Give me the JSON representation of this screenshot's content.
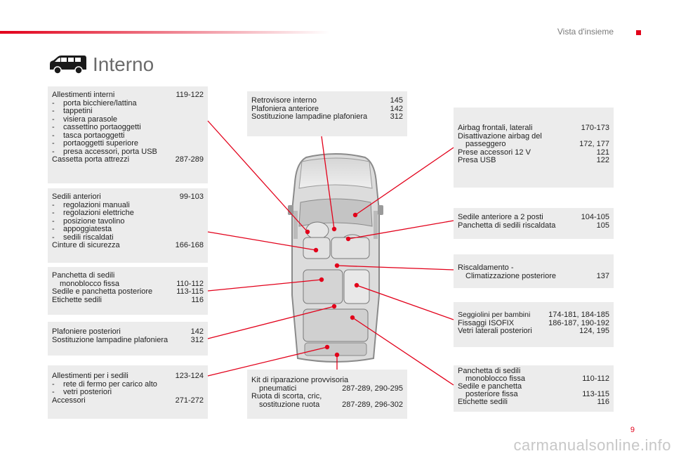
{
  "header": {
    "section": "Vista d'insieme"
  },
  "title": "Interno",
  "page_number": "9",
  "watermark": "carmanualsonline.info",
  "boxes": {
    "a": {
      "r1": {
        "label": "Allestimenti interni",
        "pages": "119-122"
      },
      "s1": "porta bicchiere/lattina",
      "s2": "tappetini",
      "s3": "visiera parasole",
      "s4": "cassettino portaoggetti",
      "s5": "tasca portaoggetti",
      "s6": "portaoggetti superiore",
      "s7": "presa accessori, porta USB",
      "r2": {
        "label": "Cassetta porta attrezzi",
        "pages": "287-289"
      }
    },
    "b": {
      "r1": {
        "label": "Sedili anteriori",
        "pages": "99-103"
      },
      "s1": "regolazioni manuali",
      "s2": "regolazioni elettriche",
      "s3": "posizione tavolino",
      "s4": "appoggiatesta",
      "s5": "sedili riscaldati",
      "r2": {
        "label": "Cinture di sicurezza",
        "pages": "166-168"
      }
    },
    "c": {
      "l1": "Panchetta di sedili",
      "r1": {
        "label": "monoblocco fissa",
        "pages": "110-112"
      },
      "r2": {
        "label": "Sedile e panchetta posteriore",
        "pages": "113-115"
      },
      "r3": {
        "label": "Etichette sedili",
        "pages": "116"
      }
    },
    "d": {
      "r1": {
        "label": "Plafoniere posteriori",
        "pages": "142"
      },
      "r2": {
        "label": "Sostituzione lampadine plafoniera",
        "pages": "312"
      }
    },
    "e": {
      "r1": {
        "label": "Allestimenti per i sedili",
        "pages": "123-124"
      },
      "s1": "rete di fermo per carico alto",
      "s2": "vetri posteriori",
      "r2": {
        "label": "Accessori",
        "pages": "271-272"
      }
    },
    "f": {
      "r1": {
        "label": "Retrovisore interno",
        "pages": "145"
      },
      "r2": {
        "label": "Plafoniera anteriore",
        "pages": "142"
      },
      "r3": {
        "label": "Sostituzione lampadine plafoniera",
        "pages": "312"
      }
    },
    "g": {
      "l1": "Kit di riparazione provvisoria",
      "r1": {
        "label": "pneumatici",
        "pages": "287-289, 290-295"
      },
      "l2": "Ruota di scorta, cric,",
      "r2": {
        "label": "sostituzione ruota",
        "pages": "287-289, 296-302"
      }
    },
    "h": {
      "r1": {
        "label": "Airbag frontali, laterali",
        "pages": "170-173"
      },
      "l1": "Disattivazione airbag del",
      "r2": {
        "label": "passeggero",
        "pages": "172, 177"
      },
      "r3": {
        "label": "Prese accessori 12 V",
        "pages": "121"
      },
      "r4": {
        "label": "Presa USB",
        "pages": "122"
      }
    },
    "i": {
      "r1": {
        "label": "Sedile anteriore a 2 posti",
        "pages": "104-105"
      },
      "r2": {
        "label": "Panchetta di sedili riscaldata",
        "pages": "105"
      }
    },
    "j": {
      "l1": "Riscaldamento -",
      "r1": {
        "label": "Climatizzazione posteriore",
        "pages": "137"
      }
    },
    "k": {
      "r1": {
        "label": "Seggiolini per bambini",
        "pages": "174-181, 184-185"
      },
      "r2": {
        "label": "Fissaggi ISOFIX",
        "pages": "186-187, 190-192"
      },
      "r3": {
        "label": "Vetri laterali posteriori",
        "pages": "124, 195"
      }
    },
    "l": {
      "l1": "Panchetta di sedili",
      "r1": {
        "label": "monoblocco fissa",
        "pages": "110-112"
      },
      "l2": "Sedile e panchetta",
      "r2": {
        "label": "posteriore fissa",
        "pages": "113-115"
      },
      "r3": {
        "label": "Etichette sedili",
        "pages": "116"
      }
    }
  },
  "colors": {
    "accent": "#e2001a",
    "box": "#ececec"
  }
}
